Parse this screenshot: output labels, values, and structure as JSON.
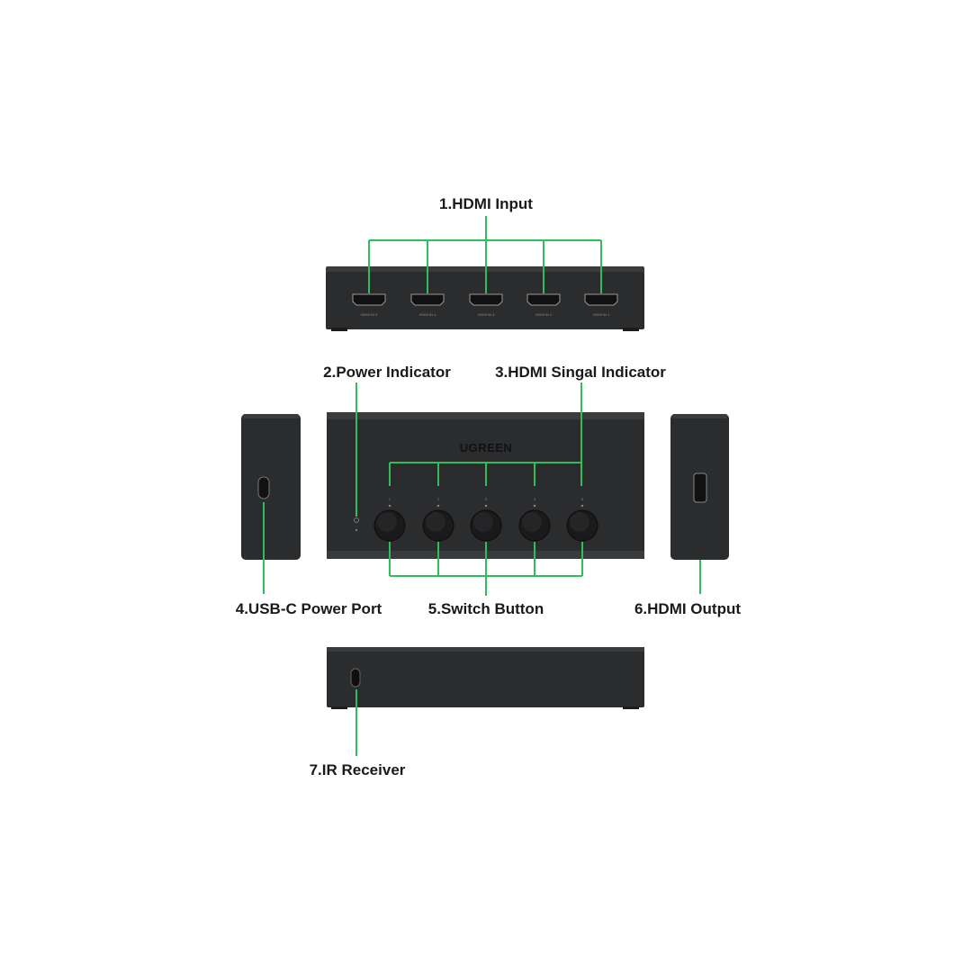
{
  "labels": {
    "hdmi_input": "1.HDMI Input",
    "power_indicator": "2.Power Indicator",
    "signal_indicator": "3.HDMI Singal Indicator",
    "usbc_power": "4.USB-C Power Port",
    "switch_button": "5.Switch Button",
    "hdmi_output": "6.HDMI Output",
    "ir_receiver": "7.IR Receiver"
  },
  "device": {
    "brand": "UGREEN",
    "input_ports": [
      "HDMI IN 5",
      "HDMI IN 4",
      "HDMI IN 3",
      "HDMI IN 2",
      "HDMI IN 1"
    ],
    "button_numbers": [
      "1",
      "2",
      "3",
      "4",
      "5"
    ]
  },
  "colors": {
    "callout_line": "#2fbf5a",
    "device_body": "#2b2c2e"
  }
}
